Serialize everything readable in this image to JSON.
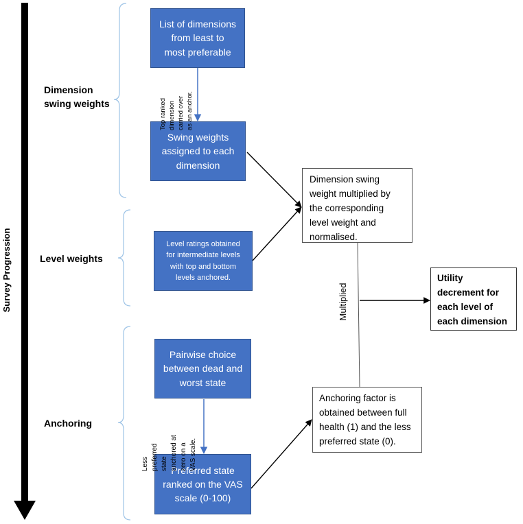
{
  "progression_label": "Survey Progression",
  "stages": {
    "dimension": "Dimension\nswing weights",
    "level": "Level weights",
    "anchoring": "Anchoring"
  },
  "boxes": {
    "list_dimensions": "List of dimensions\nfrom least to\nmost preferable",
    "swing_weights": "Swing weights\nassigned to each\ndimension",
    "level_ratings": "Level ratings obtained\nfor intermediate levels\nwith top and bottom\nlevels anchored.",
    "pairwise": "Pairwise choice\nbetween dead and\nworst state",
    "preferred_state": "Preferred state\nranked on the VAS\nscale (0-100)",
    "dimension_multiplied": "Dimension swing\nweight multiplied by\nthe corresponding\nlevel weight and\nnormalised.",
    "anchoring_factor": "Anchoring factor is\nobtained between full\nhealth (1) and the less\npreferred state (0).",
    "utility": "Utility\ndecrement for\neach level of\neach dimension"
  },
  "annotations": {
    "top_ranked": "Top ranked\ndimension\ncarried over\nas an anchor.",
    "less_preferred": "Less\npreferred\nstate\nanchored at\nzero on a\nVAS scale.",
    "multiplied": "Multiplied"
  },
  "colors": {
    "box_fill": "#4472c4",
    "box_border": "#2f528f",
    "bracket": "#9dc3e6",
    "connector_blue": "#4472c4"
  }
}
